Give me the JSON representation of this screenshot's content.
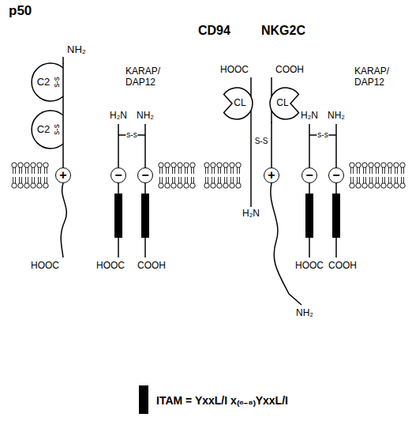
{
  "diagram": {
    "nodes": [
      {
        "text": [
          "C2"
        ]
      },
      {
        "text": [
          "C2"
        ]
      },
      {
        "text": [
          "+"
        ]
      },
      {
        "text": [
          "−"
        ]
      },
      {
        "text": [
          "−"
        ]
      },
      {
        "text": [
          "CL"
        ]
      },
      {
        "text": [
          "CL"
        ]
      },
      {
        "text": [
          "+"
        ]
      },
      {
        "text": [
          "−"
        ]
      },
      {
        "text": [
          "−"
        ]
      }
    ],
    "edges": [
      {
        "from": 0,
        "to": 1,
        "arrow": "none"
      },
      {
        "from": 1,
        "to": 2,
        "arrow": "none"
      },
      {
        "from": 6,
        "to": 7,
        "arrow": "none"
      }
    ],
    "labels": [
      "p50",
      "NH₂",
      "s-s",
      "s-s",
      "KARAP/ DAP12",
      "H₂N",
      "NH₂",
      "s-s",
      "HOOC",
      "HOOC",
      "COOH",
      "CD94",
      "NKG2C",
      "HOOC",
      "COOH",
      "S-S",
      "H₂N",
      "NH₂",
      "KARAP/ DAP12",
      "H₂N",
      "NH₂",
      "s-s",
      "HOOC",
      "COOH"
    ],
    "legend": [
      {
        "text": "ITAM = YxxL/I x₍₆₋₈₎YxxL/I",
        "color": "#000000"
      }
    ]
  }
}
